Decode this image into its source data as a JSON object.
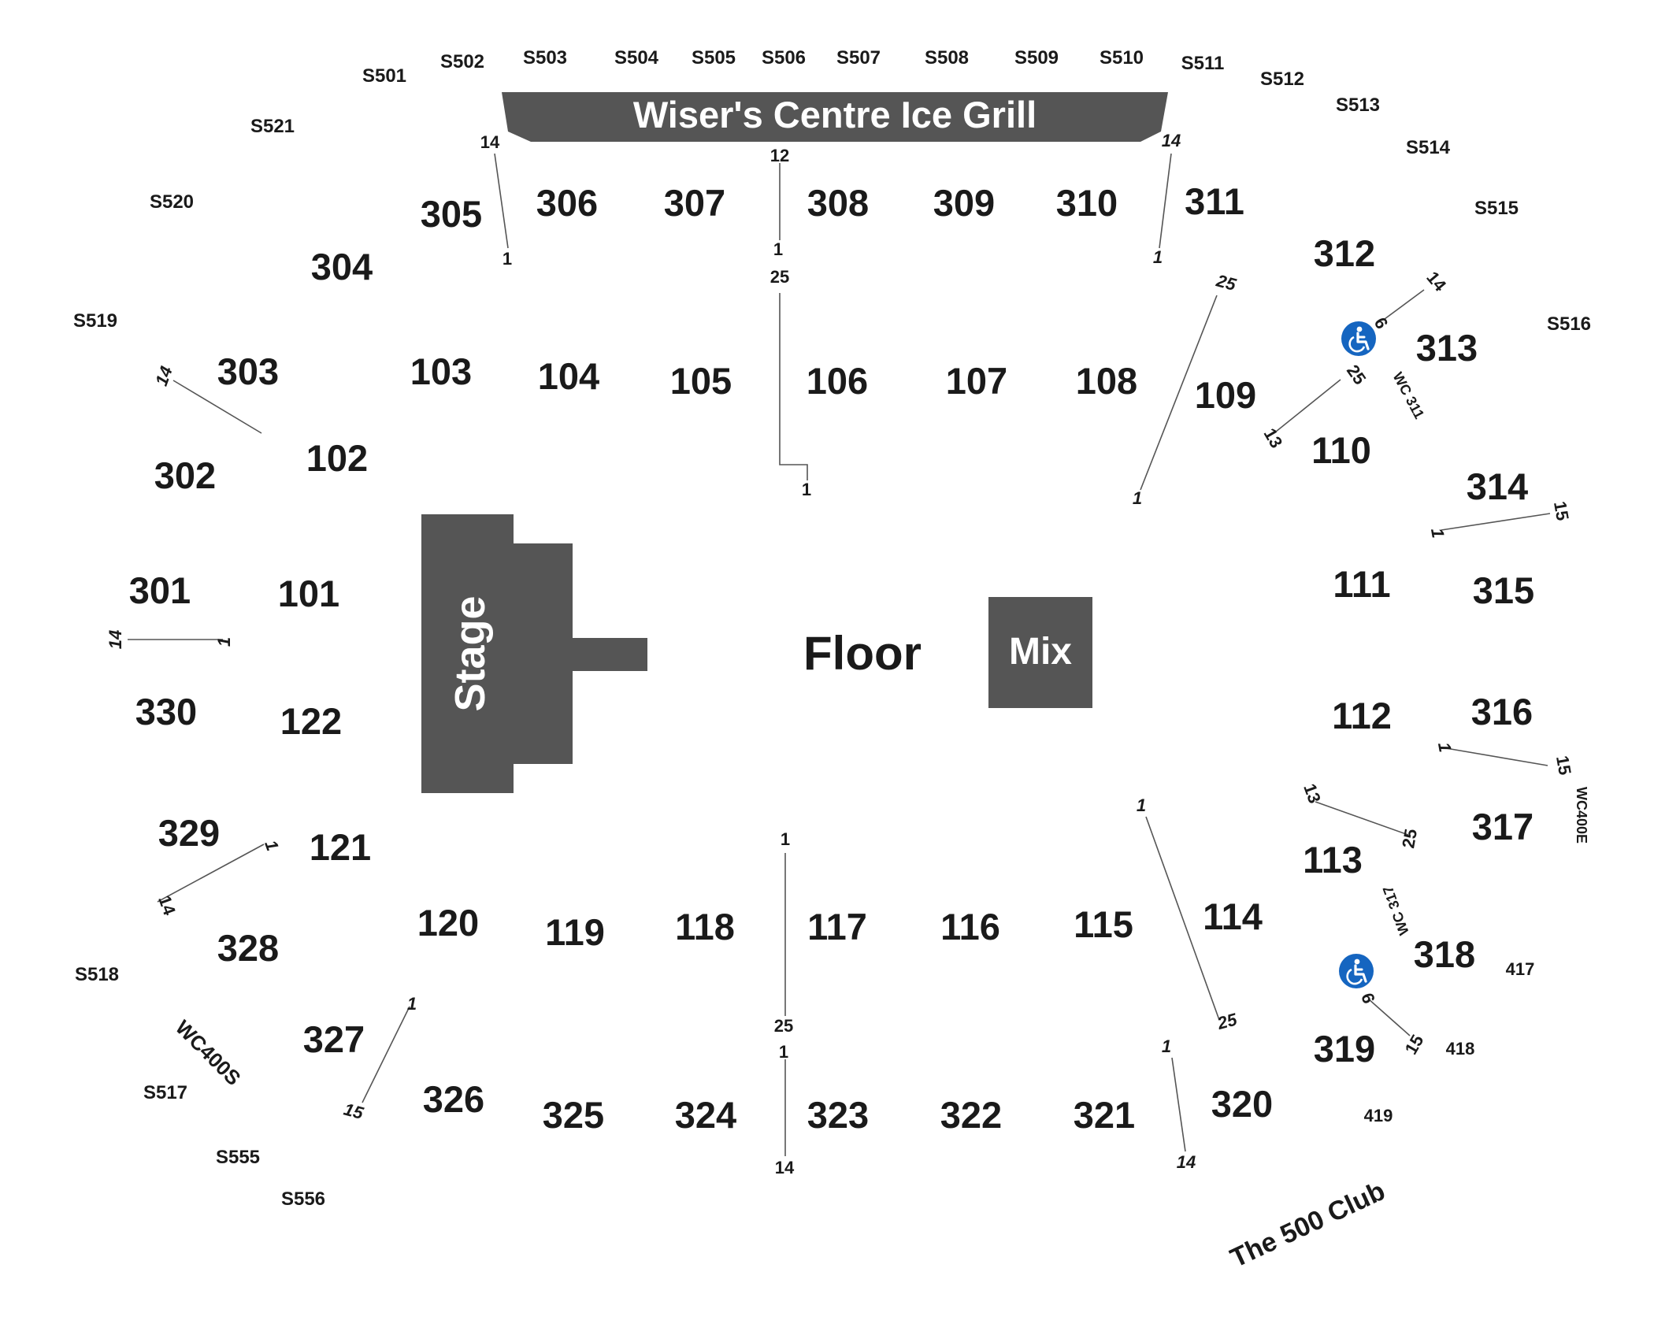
{
  "venue": {
    "grill_label": "Wiser's Centre Ice Grill",
    "stage_label": "Stage",
    "floor_label": "Floor",
    "mix_label": "Mix",
    "club_label": "The 500 Club",
    "accessible_icon": "wheelchair-icon"
  },
  "colors": {
    "block": "#555555",
    "text": "#1a1a1a",
    "accessible": "#1565c0"
  },
  "sections_100": [
    "101",
    "102",
    "103",
    "104",
    "105",
    "106",
    "107",
    "108",
    "109",
    "110",
    "111",
    "112",
    "113",
    "114",
    "115",
    "116",
    "117",
    "118",
    "119",
    "120",
    "121",
    "122"
  ],
  "sections_300": [
    "301",
    "302",
    "303",
    "304",
    "305",
    "306",
    "307",
    "308",
    "309",
    "310",
    "311",
    "312",
    "313",
    "314",
    "315",
    "316",
    "317",
    "318",
    "319",
    "320",
    "321",
    "322",
    "323",
    "324",
    "325",
    "326",
    "327",
    "328",
    "329",
    "330"
  ],
  "suites": [
    "S501",
    "S502",
    "S503",
    "S504",
    "S505",
    "S506",
    "S507",
    "S508",
    "S509",
    "S510",
    "S511",
    "S512",
    "S513",
    "S514",
    "S515",
    "S516",
    "S517",
    "S518",
    "S519",
    "S520",
    "S521",
    "S555",
    "S556"
  ],
  "sections_400": [
    "417",
    "418",
    "419"
  ],
  "wheelchair_labels": [
    "WC 311",
    "WC 317",
    "WC400E",
    "WC400S"
  ],
  "row_markers": [
    "14",
    "1",
    "12",
    "1",
    "25",
    "1",
    "14",
    "1",
    "25",
    "1",
    "14",
    "1",
    "6",
    "14",
    "25",
    "13",
    "15",
    "1",
    "14",
    "1",
    "15",
    "1",
    "13",
    "25",
    "1",
    "25",
    "6",
    "15",
    "1",
    "14",
    "1",
    "25",
    "1",
    "14",
    "1",
    "14",
    "1",
    "15"
  ]
}
